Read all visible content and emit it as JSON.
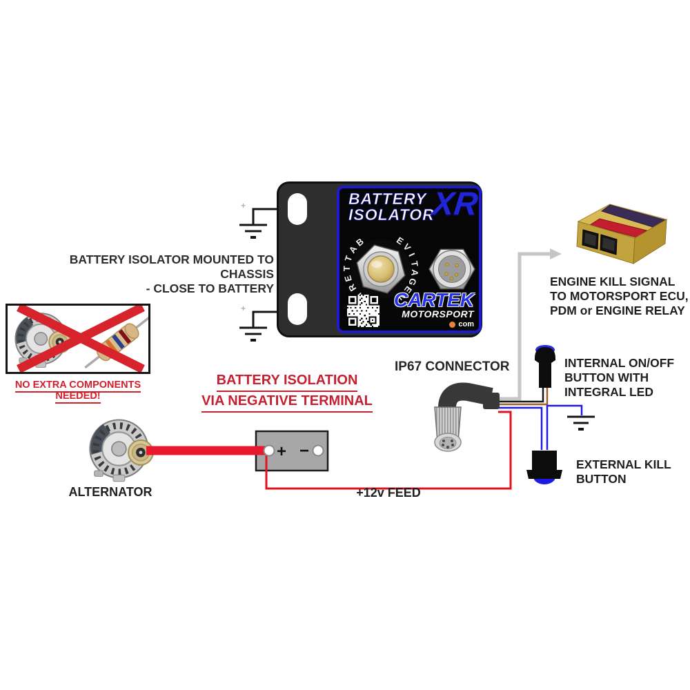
{
  "device": {
    "title_line1": "BATTERY",
    "title_line2": "ISOLATOR",
    "title_suffix": "XR",
    "stud_label_left": "BATTERY",
    "stud_label_right": "NEGATIVE",
    "brand": "CARTEK",
    "brand_sub": "MOTORSPORT",
    "brand_domain": "com"
  },
  "annotations": {
    "mounted_lines": [
      "BATTERY ISOLATOR MOUNTED TO CHASSIS",
      "- CLOSE TO BATTERY"
    ],
    "no_extra": "NO EXTRA COMPONENTS NEEDED!",
    "isolation_lines": [
      "BATTERY ISOLATION",
      "VIA NEGATIVE TERMINAL"
    ],
    "ip67": "IP67 CONNECTOR",
    "engine_kill_lines": [
      "ENGINE KILL SIGNAL",
      "TO MOTORSPORT ECU,",
      "PDM or ENGINE RELAY"
    ],
    "internal_button_lines": [
      "INTERNAL ON/OFF",
      "BUTTON WITH",
      "INTEGRAL LED"
    ],
    "external_button_lines": [
      "EXTERNAL KILL",
      "BUTTON"
    ],
    "alternator": "ALTERNATOR",
    "feed": "+12v FEED",
    "polarity_plus": "+"
  },
  "battery": {
    "plus": "+",
    "minus": "−"
  },
  "colors": {
    "wire_red": "#e0131f",
    "wire_blue": "#1c1ce0",
    "wire_brown": "#9c5f28",
    "wire_gray": "#c6c6c6",
    "heading_red": "#c42031",
    "cross_red": "#d7232b",
    "label_border_blue": "#1d1ccc",
    "brand_blue": "#2431e4",
    "ecu_gold": "#d9ba55"
  }
}
